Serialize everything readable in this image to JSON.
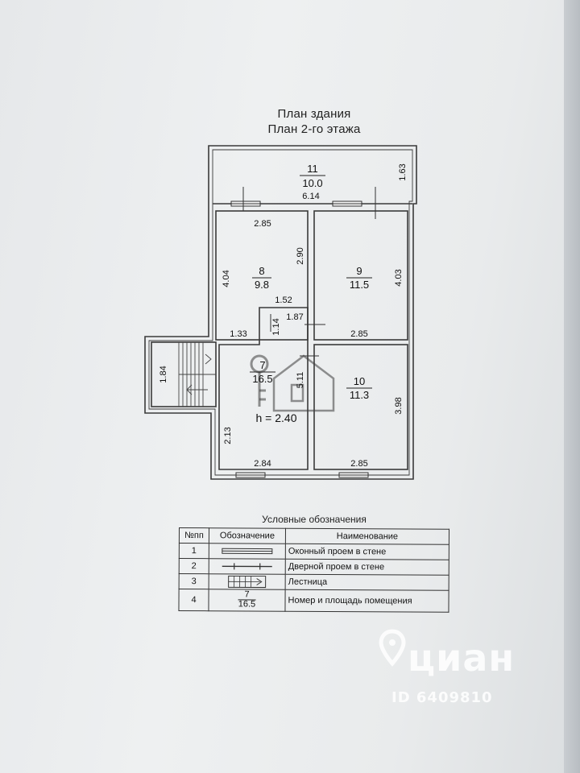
{
  "plan": {
    "title": "План здания",
    "subtitle": "План 2-го этажа",
    "height_label": "h = 2.40",
    "rooms": [
      {
        "number": "11",
        "area": "10.0"
      },
      {
        "number": "8",
        "area": "9.8"
      },
      {
        "number": "9",
        "area": "11.5"
      },
      {
        "number": "7",
        "area": "16.5"
      },
      {
        "number": "10",
        "area": "11.3"
      }
    ],
    "dimensions": {
      "d_6_14": "6.14",
      "d_1_63": "1.63",
      "d_2_85_r8": "2.85",
      "d_2_90": "2.90",
      "d_4_04": "4.04",
      "d_1_52": "1.52",
      "d_1_87": "1.87",
      "d_1_14": "1.14",
      "d_1_33": "1.33",
      "d_2_85_r9": "2.85",
      "d_4_03": "4.03",
      "d_1_84": "1.84",
      "d_5_11": "5.11",
      "d_2_13": "2.13",
      "d_2_84": "2.84",
      "d_2_85_r10": "2.85",
      "d_3_98": "3.98"
    }
  },
  "legend": {
    "caption": "Условные обозначения",
    "headers": [
      "№пп",
      "Обозначение",
      "Наименование"
    ],
    "rows": [
      {
        "num": "1",
        "name": "Оконный проем в стене"
      },
      {
        "num": "2",
        "name": "Дверной проем в стене"
      },
      {
        "num": "3",
        "name": "Лестница"
      },
      {
        "num": "4",
        "name": "Номер и площадь помещения",
        "symbol_top": "7",
        "symbol_bottom": "16.5"
      }
    ]
  },
  "watermark": {
    "brand": "циан",
    "id": "ID 6409810"
  }
}
